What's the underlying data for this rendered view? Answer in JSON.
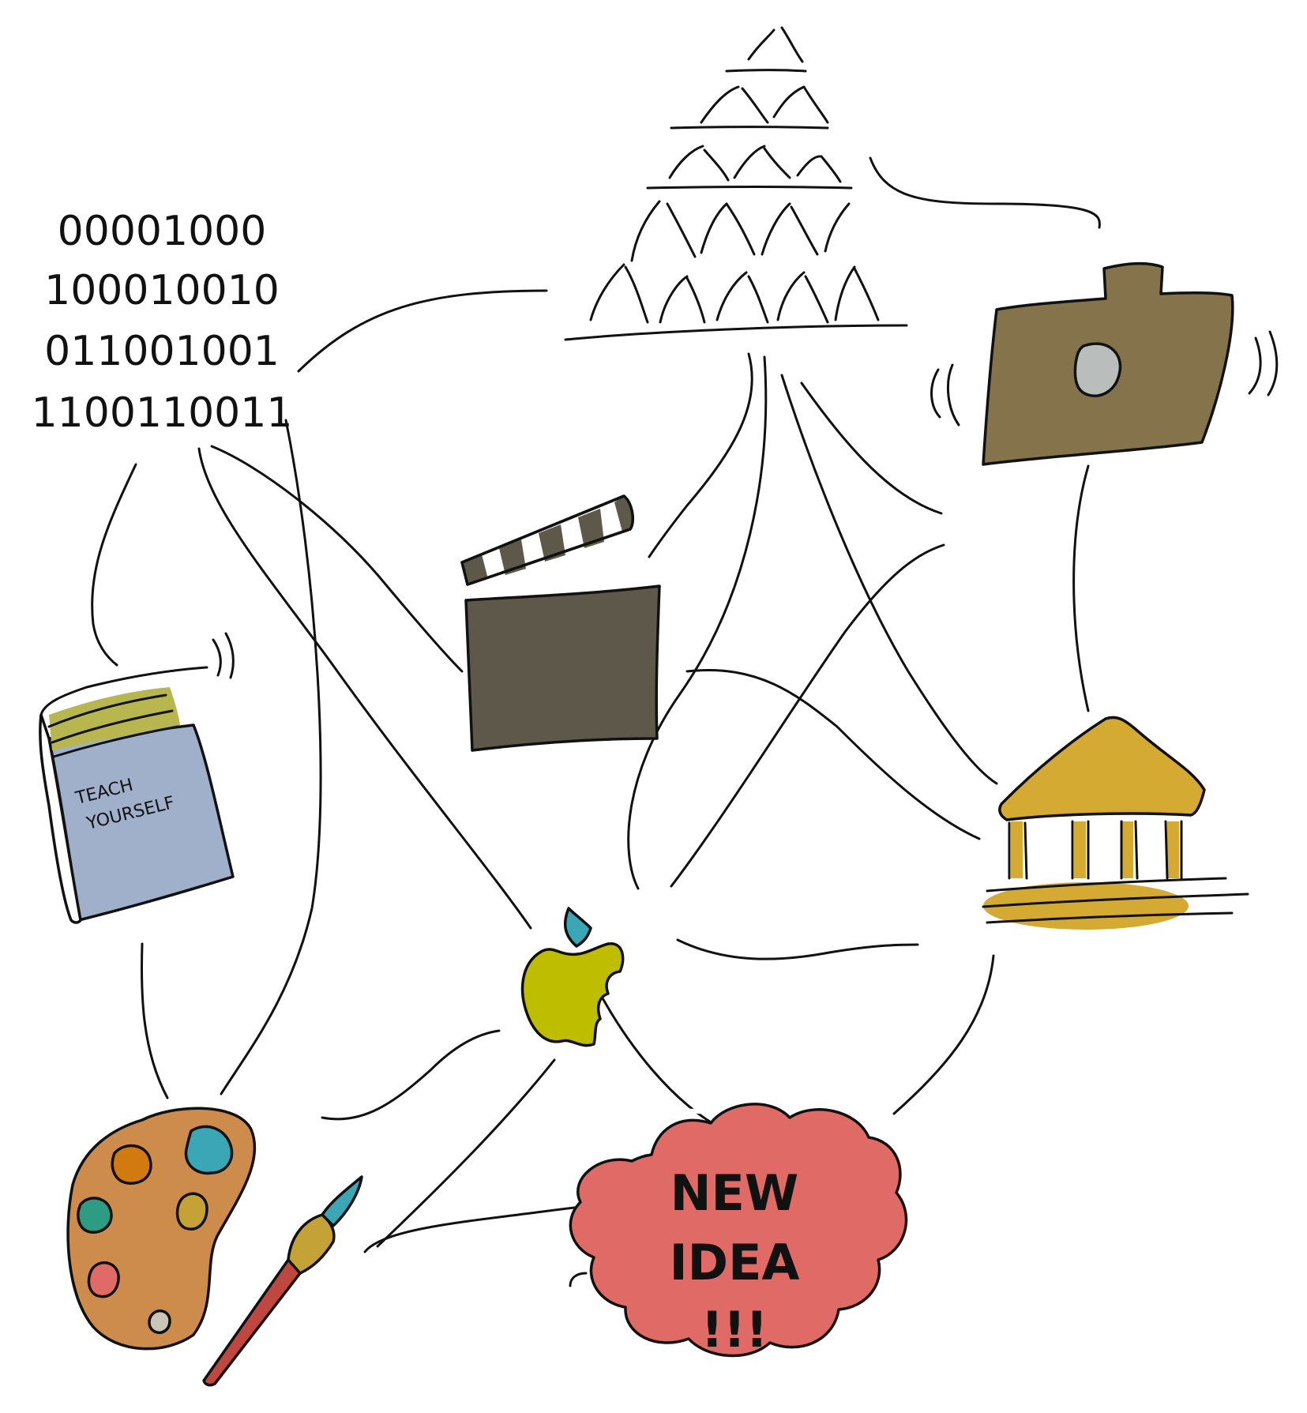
{
  "binary": {
    "lines": [
      "00001000",
      "100010010",
      "011001001",
      "1100110011"
    ]
  },
  "book": {
    "title_lines": [
      "TEACH",
      "YOURSELF"
    ],
    "colors": {
      "cover": "#a0b0cb",
      "spine": "#b8b64e"
    }
  },
  "idea": {
    "lines": [
      "NEW",
      "IDEA",
      "!!!"
    ],
    "color": "#e06b66"
  },
  "colors": {
    "camera": "#85734c",
    "camera_lens": "#b9bdbb",
    "clapper": "#5e584a",
    "museum": "#d4aa33",
    "apple": "#bfbd00",
    "apple_leaf": "#3ba6b5",
    "palette": "#cd8c4c",
    "brush_handle": "#c04640",
    "brush_ferrule": "#c4a235",
    "brush_tip": "#3ba6b5"
  },
  "icons": {
    "pyramid": "dna-pyramid-icon",
    "camera": "camera-icon",
    "clapper": "clapperboard-icon",
    "museum": "museum-icon",
    "book": "book-icon",
    "apple": "bitten-apple-icon",
    "palette": "paint-palette-icon",
    "brush": "paintbrush-icon",
    "idea": "idea-cloud-icon"
  }
}
